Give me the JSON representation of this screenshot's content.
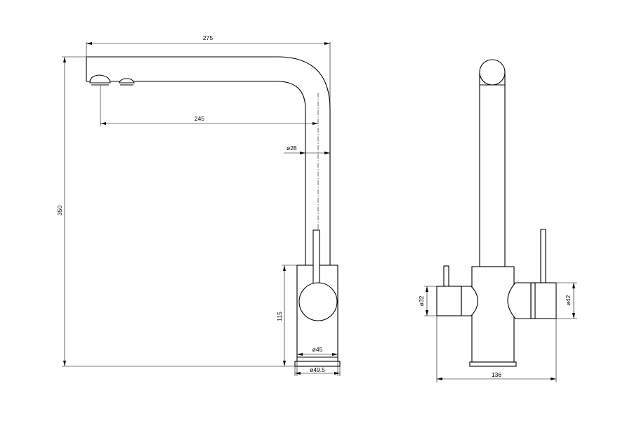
{
  "dimensions": {
    "spout_reach_total": "275",
    "spout_reach_outlet": "245",
    "spout_tube_diameter": "ø28",
    "overall_height": "350",
    "body_height": "115",
    "body_diameter": "ø45",
    "base_diameter": "ø49.5",
    "side_handle_diameter": "ø32",
    "right_body_diameter": "ø42",
    "overall_width": "136"
  }
}
